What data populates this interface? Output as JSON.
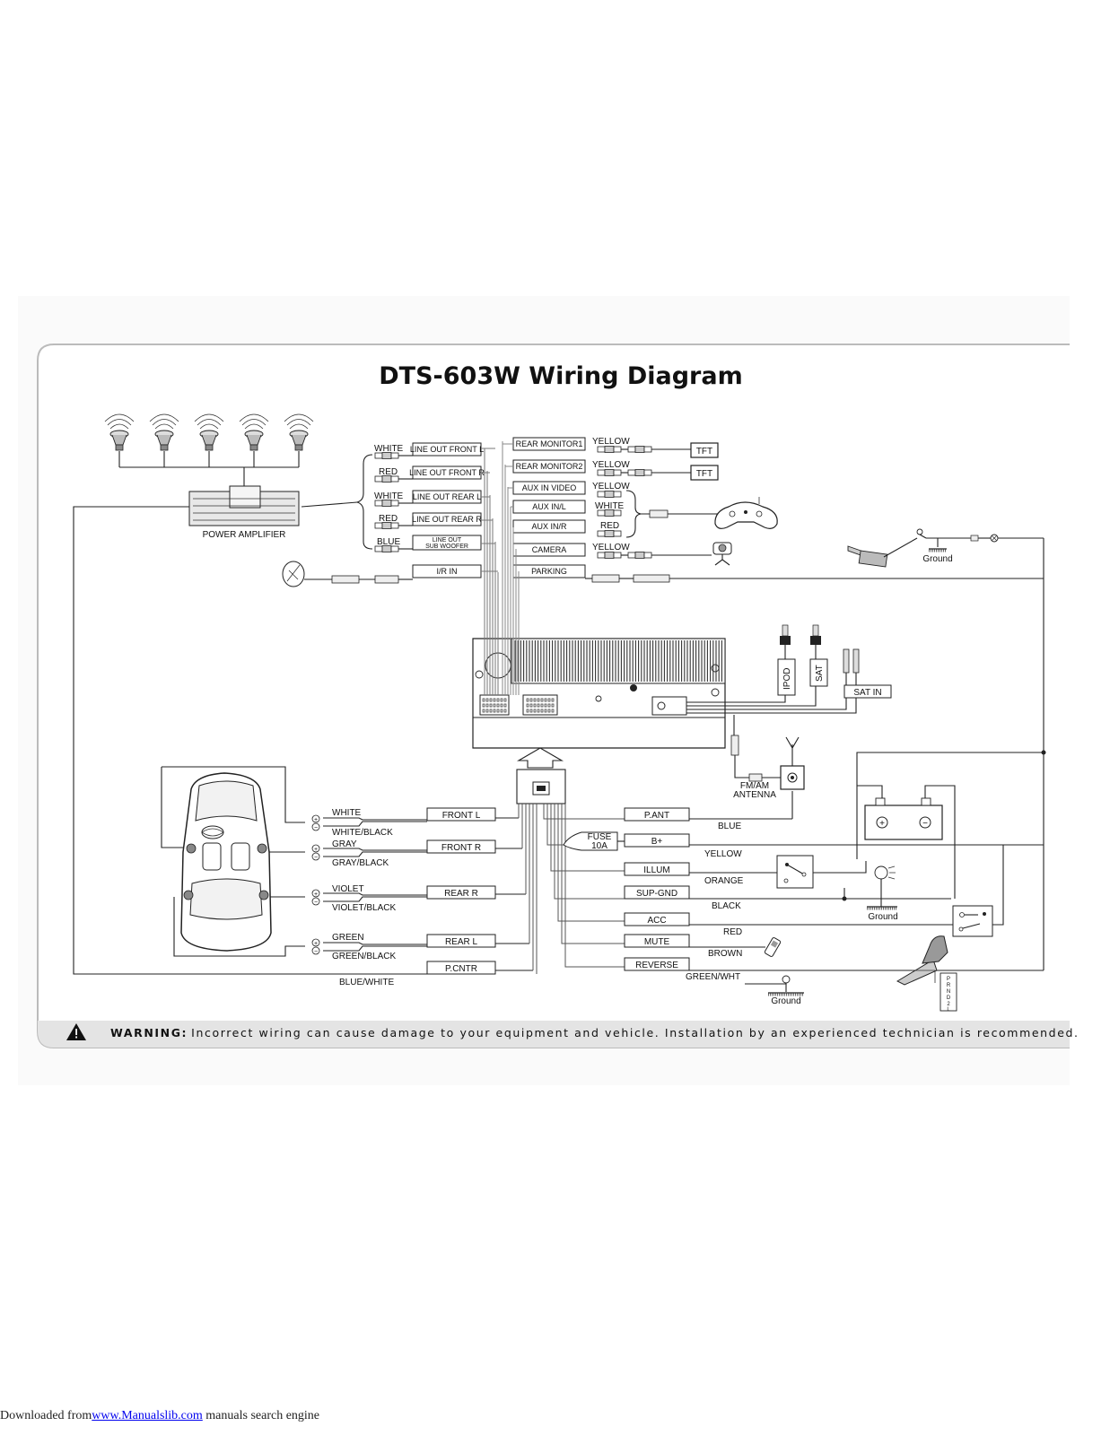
{
  "title": "DTS-603W Wiring Diagram",
  "power_amplifier": "POWER AMPLIFIER",
  "rca_outputs": [
    {
      "color": "WHITE",
      "label": "LINE OUT FRONT L"
    },
    {
      "color": "RED",
      "label": "LINE OUT FRONT R"
    },
    {
      "color": "WHITE",
      "label": "LINE OUT REAR L"
    },
    {
      "color": "RED",
      "label": "LINE OUT REAR R"
    },
    {
      "color": "BLUE",
      "label_line1": "LINE OUT",
      "label_line2": "SUB WOOFER"
    }
  ],
  "ir_in": "I/R IN",
  "video_inputs": [
    {
      "label": "REAR MONITOR1",
      "color": "YELLOW",
      "device": "TFT"
    },
    {
      "label": "REAR MONITOR2",
      "color": "YELLOW",
      "device": "TFT"
    },
    {
      "label": "AUX IN VIDEO",
      "color": "YELLOW"
    },
    {
      "label": "AUX IN/L",
      "color": "WHITE"
    },
    {
      "label": "AUX IN/R",
      "color": "RED"
    },
    {
      "label": "CAMERA",
      "color": "YELLOW"
    },
    {
      "label": "PARKING"
    }
  ],
  "ground": "Ground",
  "ipod": "IPOD",
  "sat": "SAT",
  "sat_in": "SAT IN",
  "antenna_line1": "FM/AM",
  "antenna_line2": "ANTENNA",
  "speakers": [
    {
      "pos": "WHITE",
      "neg": "WHITE/BLACK",
      "label": "FRONT L"
    },
    {
      "pos": "GRAY",
      "neg": "GRAY/BLACK",
      "label": "FRONT R"
    },
    {
      "pos": "VIOLET",
      "neg": "VIOLET/BLACK",
      "label": "REAR R"
    },
    {
      "pos": "GREEN",
      "neg": "GREEN/BLACK",
      "label": "REAR L"
    }
  ],
  "pcntr": "P.CNTR",
  "pcntr_color": "BLUE/WHITE",
  "power_wires": [
    {
      "label": "P.ANT",
      "color": "BLUE"
    },
    {
      "label": "B+",
      "color": "YELLOW"
    },
    {
      "label": "ILLUM",
      "color": "ORANGE"
    },
    {
      "label": "SUP-GND",
      "color": "BLACK"
    },
    {
      "label": "ACC",
      "color": "RED"
    },
    {
      "label": "MUTE",
      "color": "BROWN"
    },
    {
      "label": "REVERSE",
      "color": "GREEN/WHT"
    }
  ],
  "fuse_line1": "FUSE",
  "fuse_line2": "10A",
  "shift_letters": [
    "P",
    "R",
    "N",
    "D",
    "2",
    "L"
  ],
  "warning_label": "WARNING:",
  "warning_text": "Incorrect wiring can cause damage to your equipment and vehicle. Installation by an experienced technician is recommended.",
  "footer_prefix": "Downloaded from",
  "footer_link": "www.Manualslib.com",
  "footer_suffix": " manuals search engine"
}
